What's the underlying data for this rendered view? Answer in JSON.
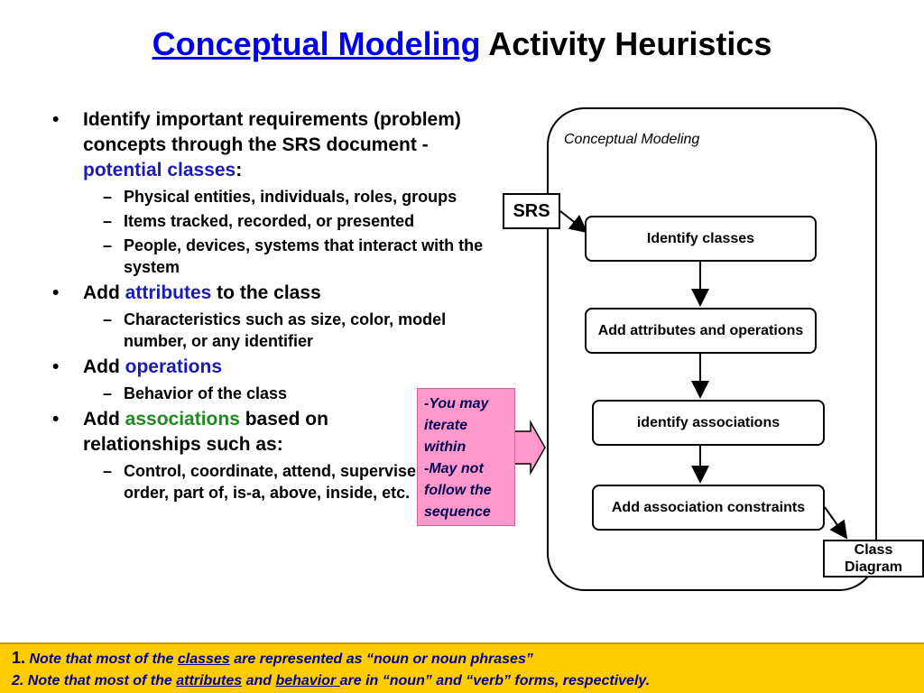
{
  "title": {
    "link_text": "Conceptual Modeling",
    "rest": "Activity Heuristics"
  },
  "bullets": {
    "b1": {
      "text": "Identify important requirements (problem) concepts through the SRS document - ",
      "highlight": "potential classes",
      "suffix": ":"
    },
    "b1_subs": [
      "Physical entities, individuals, roles, groups",
      "Items tracked, recorded, or presented",
      "People, devices, systems that interact with the system"
    ],
    "b2": {
      "prefix": "Add ",
      "highlight": "attributes",
      "suffix": " to the class"
    },
    "b2_subs": [
      "Characteristics such as size, color, model number, or any identifier"
    ],
    "b3": {
      "prefix": "Add ",
      "highlight": "operations"
    },
    "b3_subs": [
      "Behavior of the class"
    ],
    "b4": {
      "prefix": "Add ",
      "highlight": "associations",
      "suffix": " based on relationships such as:"
    },
    "b4_subs": [
      "Control, coordinate, attend, supervise, send, order, part of, is-a, above, inside, etc."
    ]
  },
  "diagram": {
    "container_label": "Conceptual Modeling",
    "srs": "SRS",
    "steps": [
      "Identify classes",
      "Add attributes and operations",
      "identify associations",
      "Add association constraints"
    ],
    "output": "Class Diagram",
    "note_line1": "-You may iterate within",
    "note_line2_dash": "-",
    "note_line2": "May not follow the sequence"
  },
  "footer": {
    "l1_num": "1.",
    "l1_a": " Note that most of the ",
    "l1_u": "classes",
    "l1_b": " are represented as “noun or noun phrases”",
    "l2_a": "2. Note that most of the ",
    "l2_u1": "attributes",
    "l2_b": " and ",
    "l2_u2": "behavior ",
    "l2_c": "are in “noun” and “verb” forms, respectively."
  },
  "colors": {
    "link": "#0000ee",
    "highlight_blue": "#1a1ab4",
    "highlight_green": "#1f8a1f",
    "note_bg": "#ff99cc",
    "footer_bg": "#ffcc00"
  }
}
